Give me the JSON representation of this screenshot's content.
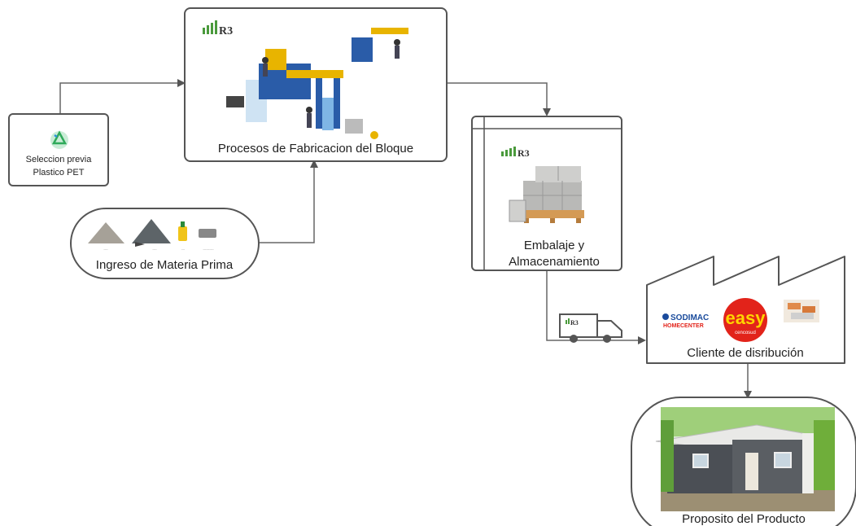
{
  "nodes": {
    "pet": {
      "line1": "Seleccion previa",
      "line2": "Plastico PET",
      "icon": "recycle-icon"
    },
    "fabrication": {
      "label": "Procesos de Fabricacion del Bloque",
      "icon": "factory-machinery-icon",
      "logo_text": "R3"
    },
    "raw_material": {
      "label": "Ingreso de Materia Prima",
      "icon": "material-piles-icon"
    },
    "packaging": {
      "line1": "Embalaje y",
      "line2": "Almacenamiento",
      "icon": "block-pallet-icon",
      "logo_text": "R3"
    },
    "truck": {
      "icon": "delivery-truck-icon",
      "logo_text": "R3"
    },
    "client": {
      "label": "Cliente  de disribución",
      "brand1_line1": "SODIMAC",
      "brand1_line2": "HOMECENTER",
      "brand2": "easy",
      "brand2_sub": "cencosud"
    },
    "purpose": {
      "label": "Proposito del Producto",
      "icon": "house-photo-icon"
    }
  },
  "colors": {
    "stroke": "#555555",
    "sodimac_blue": "#1a4b9c",
    "easy_red": "#e2231a",
    "easy_yellow": "#ffd400",
    "machine_yellow": "#e8b400",
    "machine_blue": "#2a5ca8"
  }
}
